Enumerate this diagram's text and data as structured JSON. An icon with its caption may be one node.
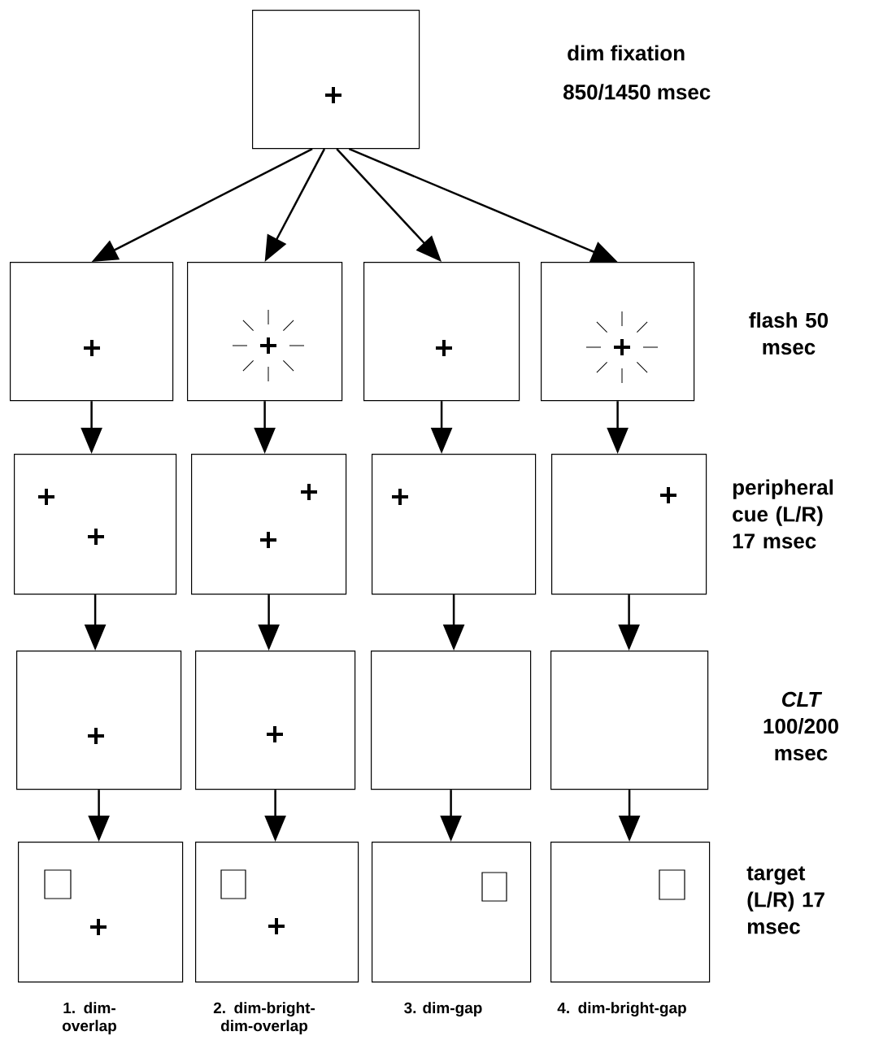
{
  "diagram": {
    "nodes": [
      {
        "text": [],
        "shape": "box",
        "beside": [
          "dim fixation",
          "850/1450 msec"
        ]
      },
      {
        "text": [],
        "shape": "box"
      },
      {
        "text": [],
        "shape": "box"
      },
      {
        "text": [],
        "shape": "box"
      },
      {
        "text": [],
        "shape": "box"
      },
      {
        "text": [],
        "shape": "box"
      },
      {
        "text": [],
        "shape": "box"
      },
      {
        "text": [],
        "shape": "box"
      },
      {
        "text": [],
        "shape": "box"
      },
      {
        "text": [],
        "shape": "box"
      },
      {
        "text": [],
        "shape": "box"
      },
      {
        "text": [],
        "shape": "box"
      },
      {
        "text": [],
        "shape": "box"
      },
      {
        "text": [],
        "shape": "box"
      },
      {
        "text": [],
        "shape": "box"
      },
      {
        "text": [],
        "shape": "box"
      },
      {
        "text": [],
        "shape": "box"
      }
    ],
    "edges": [
      {
        "from": 0,
        "to": 1,
        "arrow": "to"
      },
      {
        "from": 0,
        "to": 2,
        "arrow": "to"
      },
      {
        "from": 0,
        "to": 3,
        "arrow": "to"
      },
      {
        "from": 0,
        "to": 4,
        "arrow": "to"
      },
      {
        "from": 1,
        "to": 5,
        "arrow": "to"
      },
      {
        "from": 2,
        "to": 6,
        "arrow": "to"
      },
      {
        "from": 3,
        "to": 7,
        "arrow": "to"
      },
      {
        "from": 4,
        "to": 8,
        "arrow": "to"
      },
      {
        "from": 5,
        "to": 9,
        "arrow": "to"
      },
      {
        "from": 6,
        "to": 10,
        "arrow": "to"
      },
      {
        "from": 7,
        "to": 11,
        "arrow": "to"
      },
      {
        "from": 8,
        "to": 12,
        "arrow": "to"
      },
      {
        "from": 9,
        "to": 13,
        "arrow": "to"
      },
      {
        "from": 10,
        "to": 14,
        "arrow": "to"
      },
      {
        "from": 11,
        "to": 15,
        "arrow": "to"
      },
      {
        "from": 12,
        "to": 16,
        "arrow": "to"
      }
    ],
    "labels": [
      "flash 50 msec",
      "peripheral cue (L/R) 17 msec",
      "*CLT* 100/200 msec",
      "target (L/R) 17 msec",
      "1. dim-overlap",
      "2. dim-bright-dim-overlap",
      "3. dim-gap",
      "4. dim-bright-gap"
    ]
  }
}
